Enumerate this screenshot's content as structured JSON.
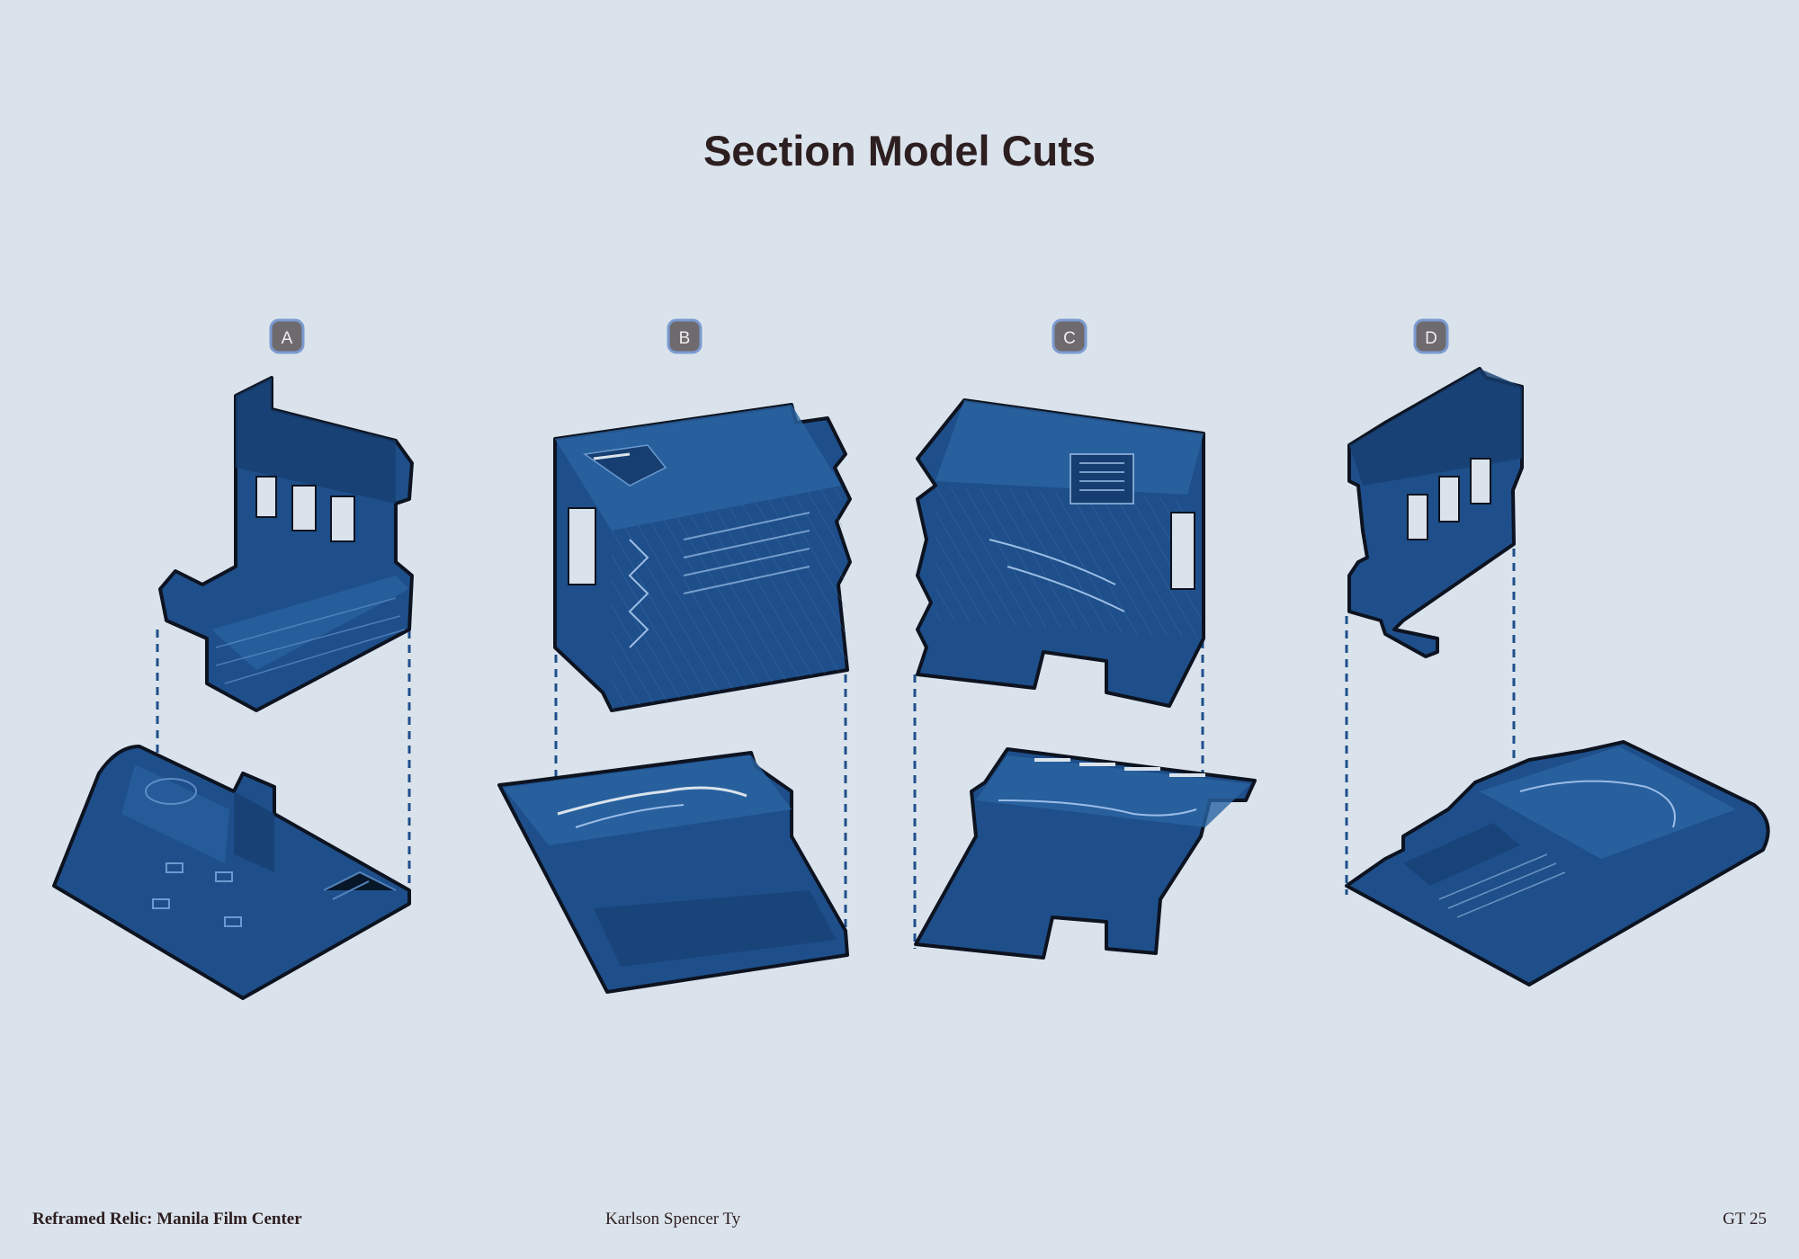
{
  "title": "Section Model Cuts",
  "cuts": [
    {
      "label": "A"
    },
    {
      "label": "B"
    },
    {
      "label": "C"
    },
    {
      "label": "D"
    }
  ],
  "footer": {
    "project": "Reframed Relic: Manila Film Center",
    "author": "Karlson Spencer Ty",
    "page": "GT 25"
  },
  "colors": {
    "background": "#dae3ec",
    "model_fill": "#1e4f8a",
    "model_dark": "#163e70",
    "model_light": "#2a64a3",
    "outline": "#0d1320",
    "dash": "#1e4f8a",
    "badge_fill": "#6e6a6e",
    "badge_border": "#7b9bd0",
    "text": "#2d1e20"
  }
}
